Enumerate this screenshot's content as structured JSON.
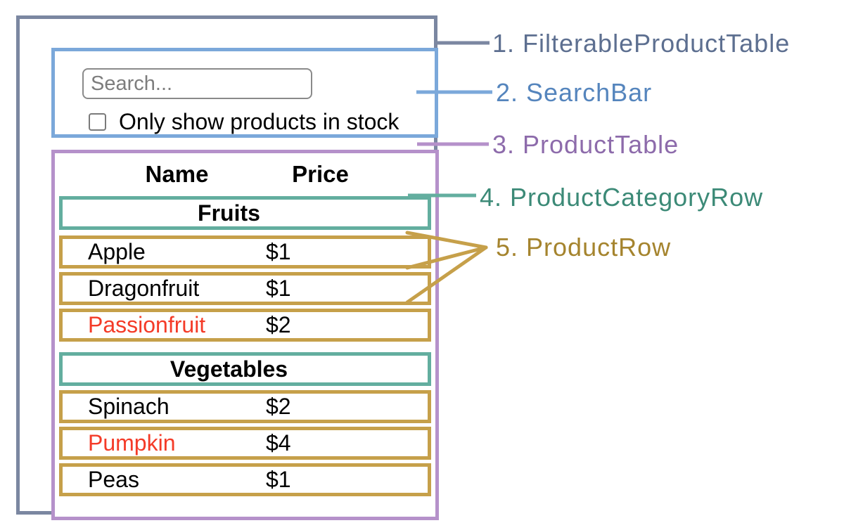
{
  "colors": {
    "outer-border": "#7b87a1",
    "searchbar-border": "#7ba8da",
    "table-border": "#b591ca",
    "category-border": "#63ae9f",
    "row-border": "#c6a04a",
    "outer-label": "#5d6f90",
    "searchbar-label": "#5585bd",
    "table-label": "#8d6bab",
    "category-label": "#3c8a77",
    "row-label": "#a5842e",
    "out-of-stock": "#f43b28",
    "input-border": "#8a8a8a",
    "checkbox-border": "#7a7a7a",
    "placeholder-text": "#7d7d7d"
  },
  "search_bar": {
    "input_placeholder": "Search...",
    "input_value": "",
    "checkbox_checked": false,
    "checkbox_label": "Only show products in stock"
  },
  "product_table": {
    "columns": [
      "Name",
      "Price"
    ],
    "sections": [
      {
        "category": "Fruits",
        "rows": [
          {
            "name": "Apple",
            "price": "$1",
            "in_stock": true
          },
          {
            "name": "Dragonfruit",
            "price": "$1",
            "in_stock": true
          },
          {
            "name": "Passionfruit",
            "price": "$2",
            "in_stock": false
          }
        ]
      },
      {
        "category": "Vegetables",
        "rows": [
          {
            "name": "Spinach",
            "price": "$2",
            "in_stock": true
          },
          {
            "name": "Pumpkin",
            "price": "$4",
            "in_stock": false
          },
          {
            "name": "Peas",
            "price": "$1",
            "in_stock": true
          }
        ]
      }
    ]
  },
  "legend": [
    {
      "label": "1. FilterableProductTable"
    },
    {
      "label": "2. SearchBar"
    },
    {
      "label": "3. ProductTable"
    },
    {
      "label": "4. ProductCategoryRow"
    },
    {
      "label": "5. ProductRow"
    }
  ]
}
